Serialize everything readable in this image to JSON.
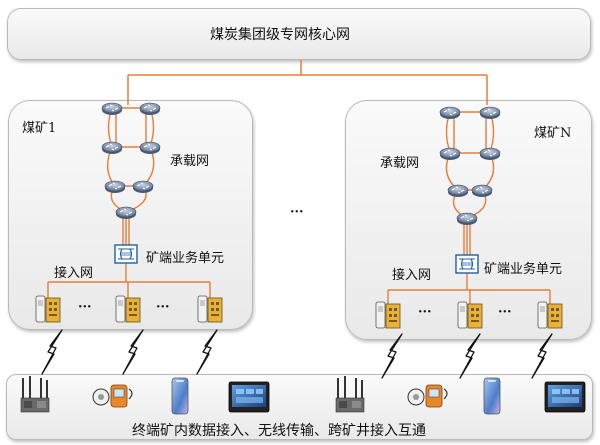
{
  "core_network": "煤炭集团级专网核心网",
  "mines": [
    {
      "name": "煤矿1",
      "carrier_label": "承载网",
      "access_label": "接入网",
      "unit_label": "矿端业务单元",
      "ellipsis": "···"
    },
    {
      "name": "煤矿N",
      "carrier_label": "承载网",
      "access_label": "接入网",
      "unit_label": "矿端业务单元",
      "ellipsis": "···"
    }
  ],
  "between_mines": "···",
  "terminal_caption": "终端矿内数据接入、无线传输、跨矿井接入互通",
  "colors": {
    "link": "#e67e3a",
    "router": "#5b6f8e",
    "unit_box": "#1f5fa0",
    "wireless": "#111111",
    "box_border": "#b9b9b9"
  },
  "icons": [
    "router-icon",
    "switch-icon",
    "access-device-icon",
    "lightning-bolt-icon",
    "gateway-icon",
    "sensor-icon",
    "smartphone-icon",
    "tablet-icon"
  ]
}
